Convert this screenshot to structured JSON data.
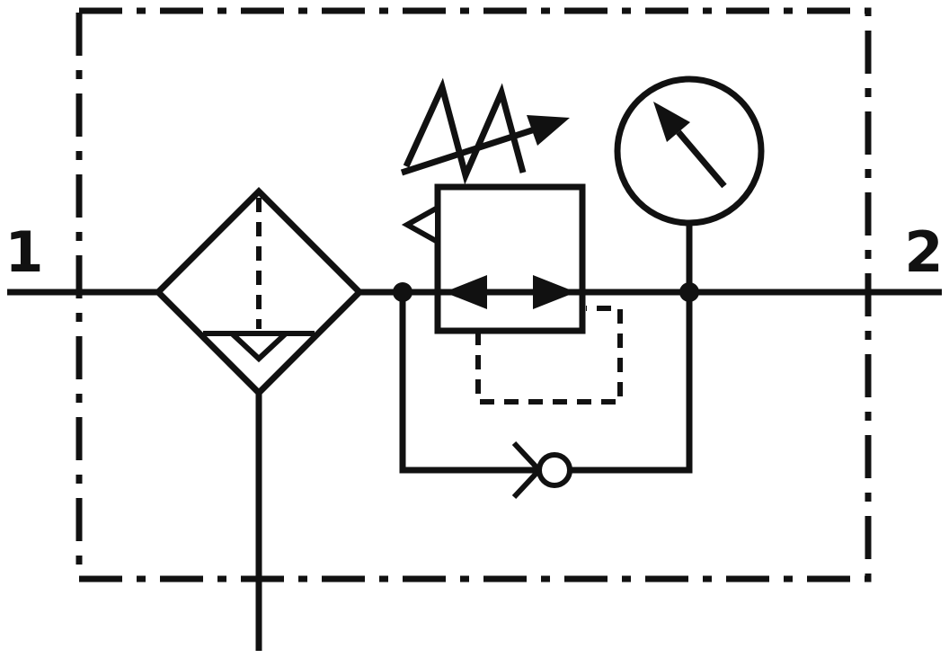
{
  "ports": {
    "inlet_label": "1",
    "outlet_label": "2"
  },
  "colors": {
    "stroke": "#111111",
    "background": "#ffffff"
  },
  "components": {
    "enclosure": "service-unit-enclosure-dashdot",
    "filter": "filter-with-water-separator-icon",
    "drain": "condensate-drain-line",
    "regulator": "adjustable-pressure-regulator-icon",
    "spring": "adjustment-spring-arrow-icon",
    "vent": "relief-vent-triangle-icon",
    "pilot": "pilot-feedback-dashed-line",
    "gauge": "pressure-gauge-icon",
    "check_valve": "bypass-check-valve-icon"
  }
}
